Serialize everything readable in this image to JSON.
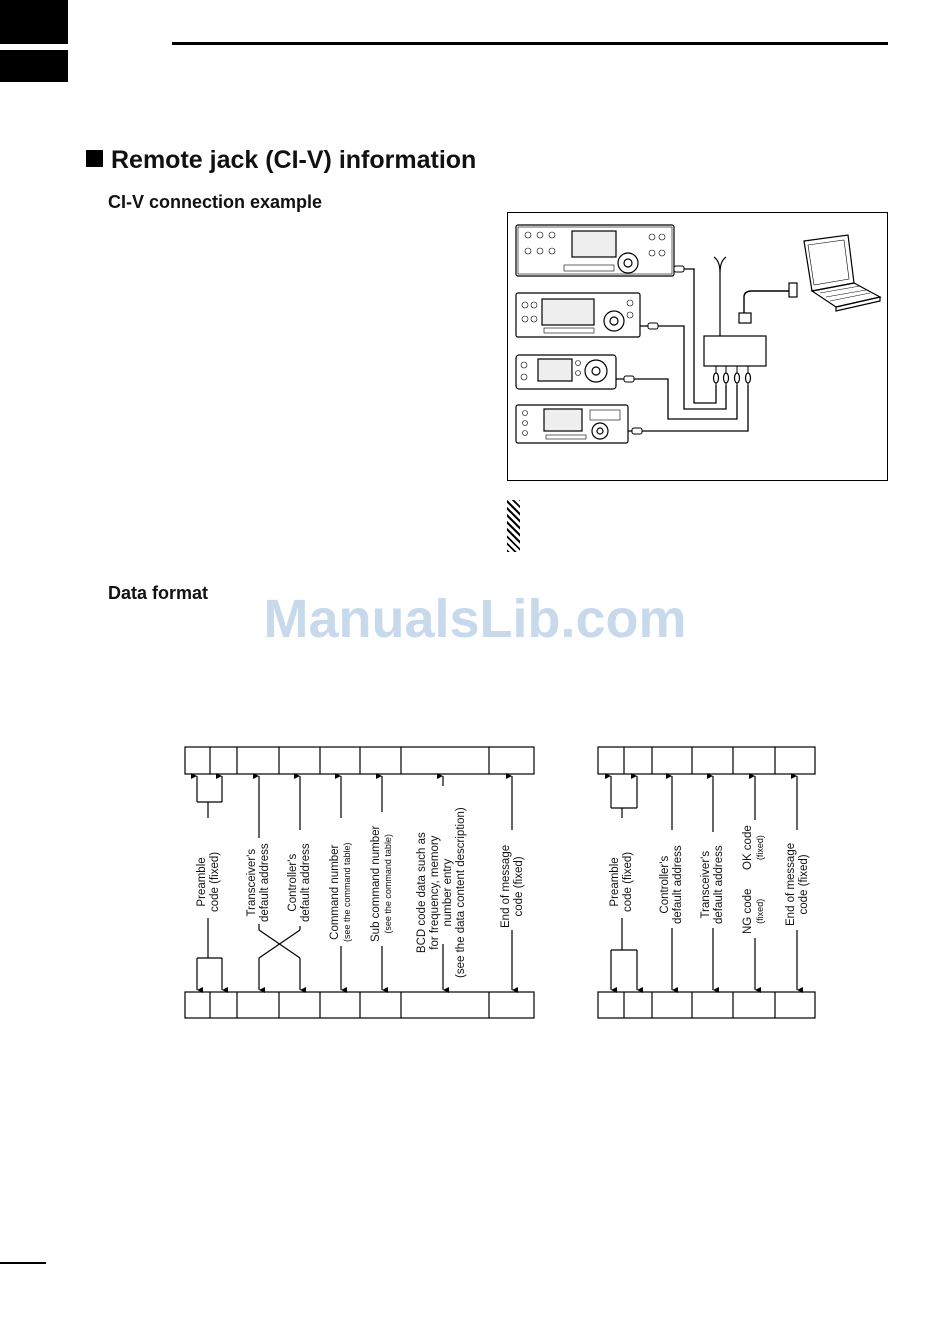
{
  "section": {
    "title": "Remote jack (CI-V) information",
    "connection_heading": "CI-V connection example",
    "format_heading": "Data format"
  },
  "watermark": "ManualsLib.com",
  "controller_to_transceiver": {
    "labels": [
      [
        "Preamble",
        "code (fixed)"
      ],
      [
        "Transceiver's",
        "default address"
      ],
      [
        "Controller's",
        "default address"
      ],
      [
        "Command number",
        "(see the command table)"
      ],
      [
        "Sub command number",
        "(see the command table)"
      ],
      [
        "BCD code data such as",
        "for frequency, memory",
        "number entry",
        "(see the data content description)"
      ],
      [
        "End of message",
        "code (fixed)"
      ]
    ]
  },
  "transceiver_to_controller": {
    "labels": [
      [
        "Preamble",
        "code (fixed)"
      ],
      [
        "Controller's",
        "default address"
      ],
      [
        "Transceiver's",
        "default address"
      ],
      [
        "NG code",
        "(fixed)"
      ],
      [
        "OK code",
        "(fixed)"
      ],
      [
        "End of message",
        "code (fixed)"
      ]
    ]
  }
}
